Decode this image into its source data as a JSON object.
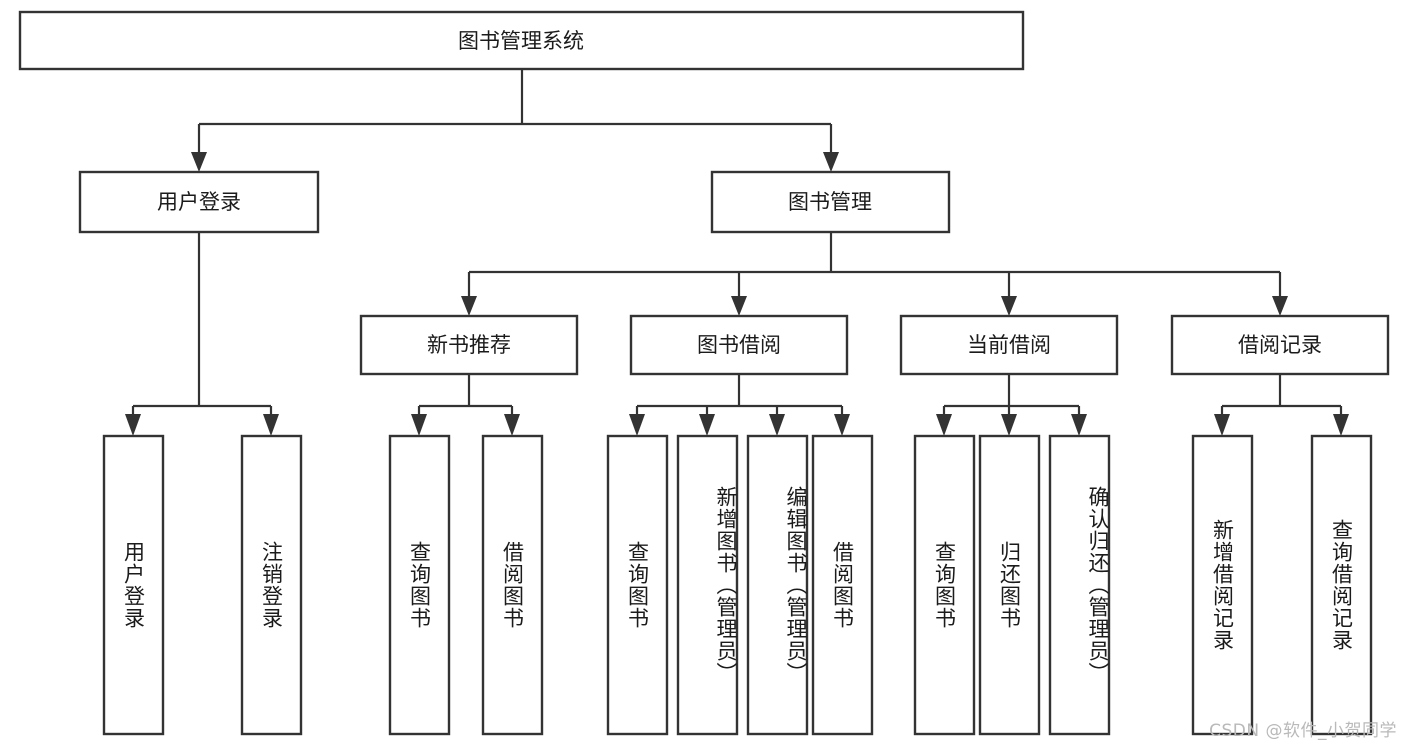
{
  "diagram": {
    "title": "图书管理系统",
    "type": "tree",
    "watermark": "CSDN @软件_小贺同学",
    "colors": {
      "box_stroke": "#333333",
      "box_fill": "#ffffff",
      "text": "#1b1b1b",
      "edge": "#333333",
      "watermark": "#b9b9b9",
      "background": "#ffffff"
    },
    "root": {
      "id": "root",
      "label": "图书管理系统",
      "orientation": "horizontal"
    },
    "level2": [
      {
        "id": "user-login",
        "label": "用户登录",
        "orientation": "horizontal"
      },
      {
        "id": "book-manage",
        "label": "图书管理",
        "orientation": "horizontal"
      }
    ],
    "level3": [
      {
        "id": "new-book-rec",
        "label": "新书推荐",
        "orientation": "horizontal",
        "parent": "book-manage"
      },
      {
        "id": "book-borrow",
        "label": "图书借阅",
        "orientation": "horizontal",
        "parent": "book-manage"
      },
      {
        "id": "current-borrow",
        "label": "当前借阅",
        "orientation": "horizontal",
        "parent": "book-manage"
      },
      {
        "id": "borrow-record",
        "label": "借阅记录",
        "orientation": "horizontal",
        "parent": "book-manage"
      }
    ],
    "leaves": [
      {
        "id": "leaf-user-login",
        "label": "用户登录",
        "orientation": "vertical",
        "parent": "user-login"
      },
      {
        "id": "leaf-user-logout",
        "label": "注销登录",
        "orientation": "vertical",
        "parent": "user-login"
      },
      {
        "id": "leaf-query-book-1",
        "label": "查询图书",
        "orientation": "vertical",
        "parent": "new-book-rec"
      },
      {
        "id": "leaf-borrow-book-1",
        "label": "借阅图书",
        "orientation": "vertical",
        "parent": "new-book-rec"
      },
      {
        "id": "leaf-query-book-2",
        "label": "查询图书",
        "orientation": "vertical",
        "parent": "book-borrow"
      },
      {
        "id": "leaf-add-book",
        "label": "新增图书（管理员）",
        "orientation": "vertical",
        "parent": "book-borrow"
      },
      {
        "id": "leaf-edit-book",
        "label": "编辑图书（管理员）",
        "orientation": "vertical",
        "parent": "book-borrow"
      },
      {
        "id": "leaf-borrow-book-2",
        "label": "借阅图书",
        "orientation": "vertical",
        "parent": "book-borrow"
      },
      {
        "id": "leaf-query-book-3",
        "label": "查询图书",
        "orientation": "vertical",
        "parent": "current-borrow"
      },
      {
        "id": "leaf-return-book",
        "label": "归还图书",
        "orientation": "vertical",
        "parent": "current-borrow"
      },
      {
        "id": "leaf-confirm-return",
        "label": "确认归还（管理员）",
        "orientation": "vertical",
        "parent": "current-borrow"
      },
      {
        "id": "leaf-add-record",
        "label": "新增借阅记录",
        "orientation": "vertical",
        "parent": "borrow-record"
      },
      {
        "id": "leaf-query-record",
        "label": "查询借阅记录",
        "orientation": "vertical",
        "parent": "borrow-record"
      }
    ]
  }
}
